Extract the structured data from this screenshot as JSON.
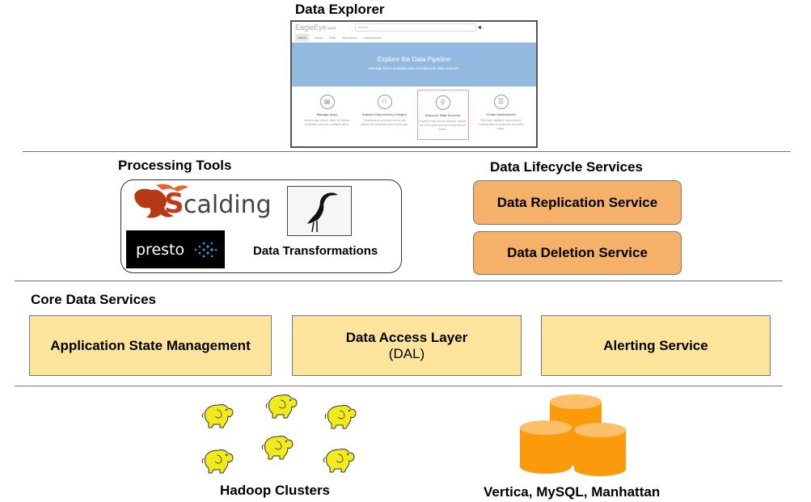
{
  "sections": {
    "data_explorer": {
      "title": "Data Explorer",
      "screenshot": {
        "logo": "EagleEye",
        "app_menu": "App ▾",
        "search_placeholder": "Search",
        "close_glyph": "✖",
        "nav": [
          "Home",
          "Apps",
          "Data",
          "Taxonomy",
          "Dashboards"
        ],
        "hero_title": "Explore the Data Pipeline",
        "hero_subtitle": "Manage batch analytics jobs and discover data sources.",
        "cards": [
          {
            "icon": "▤",
            "title": "Manage Apps",
            "desc": "Monitor App status, view run history, invalidate runs and configure alerts."
          },
          {
            "icon": "⚇",
            "title": "Explore Dependency Graphs",
            "desc": "Troubleshoot upstream errors and explore the dependencies of your App."
          },
          {
            "icon": "⚲",
            "title": "Discover Data Sources",
            "desc": "Explore Data Source schema, search by HDFS path and view Data Source status."
          },
          {
            "icon": "☰",
            "title": "Create Dashboards",
            "desc": "Eliminate repetitive searching by creating lists of commonly accessed Apps."
          }
        ]
      }
    },
    "processing_tools": {
      "title": "Processing Tools",
      "scalding_label": "Scalding",
      "presto_label": "presto",
      "data_transformations": "Data Transformations"
    },
    "lifecycle": {
      "title": "Data Lifecycle Services",
      "replication": "Data Replication Service",
      "deletion": "Data Deletion Service"
    },
    "core": {
      "title": "Core Data Services",
      "app_state": "Application State Management",
      "dal_title": "Data Access Layer",
      "dal_sub": "(DAL)",
      "alerting": "Alerting Service"
    },
    "storage": {
      "hadoop": "Hadoop Clusters",
      "databases": "Vertica, MySQL, Manhattan"
    }
  },
  "colors": {
    "orange_box": "#f5b06a",
    "yellow_box": "#fde49c",
    "hadoop_yellow": "#f2ea1c",
    "db_orange": "#fb9a0a",
    "hero_blue": "#93b9e0"
  }
}
